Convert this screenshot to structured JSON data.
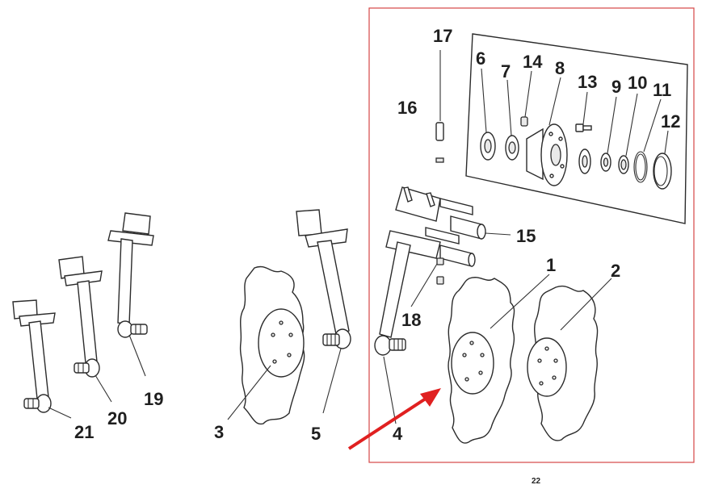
{
  "callouts": {
    "n1": "1",
    "n2": "2",
    "n3": "3",
    "n4": "4",
    "n5": "5",
    "n6": "6",
    "n7": "7",
    "n8": "8",
    "n9": "9",
    "n10": "10",
    "n11": "11",
    "n12": "12",
    "n13": "13",
    "n14": "14",
    "n15": "15",
    "n16": "16",
    "n17": "17",
    "n18": "18",
    "n19": "19",
    "n20": "20",
    "n21": "21"
  },
  "group_label": "22",
  "colors": {
    "frame": "#d64545",
    "arrow": "#e02020",
    "linework": "#2b2b2b"
  }
}
